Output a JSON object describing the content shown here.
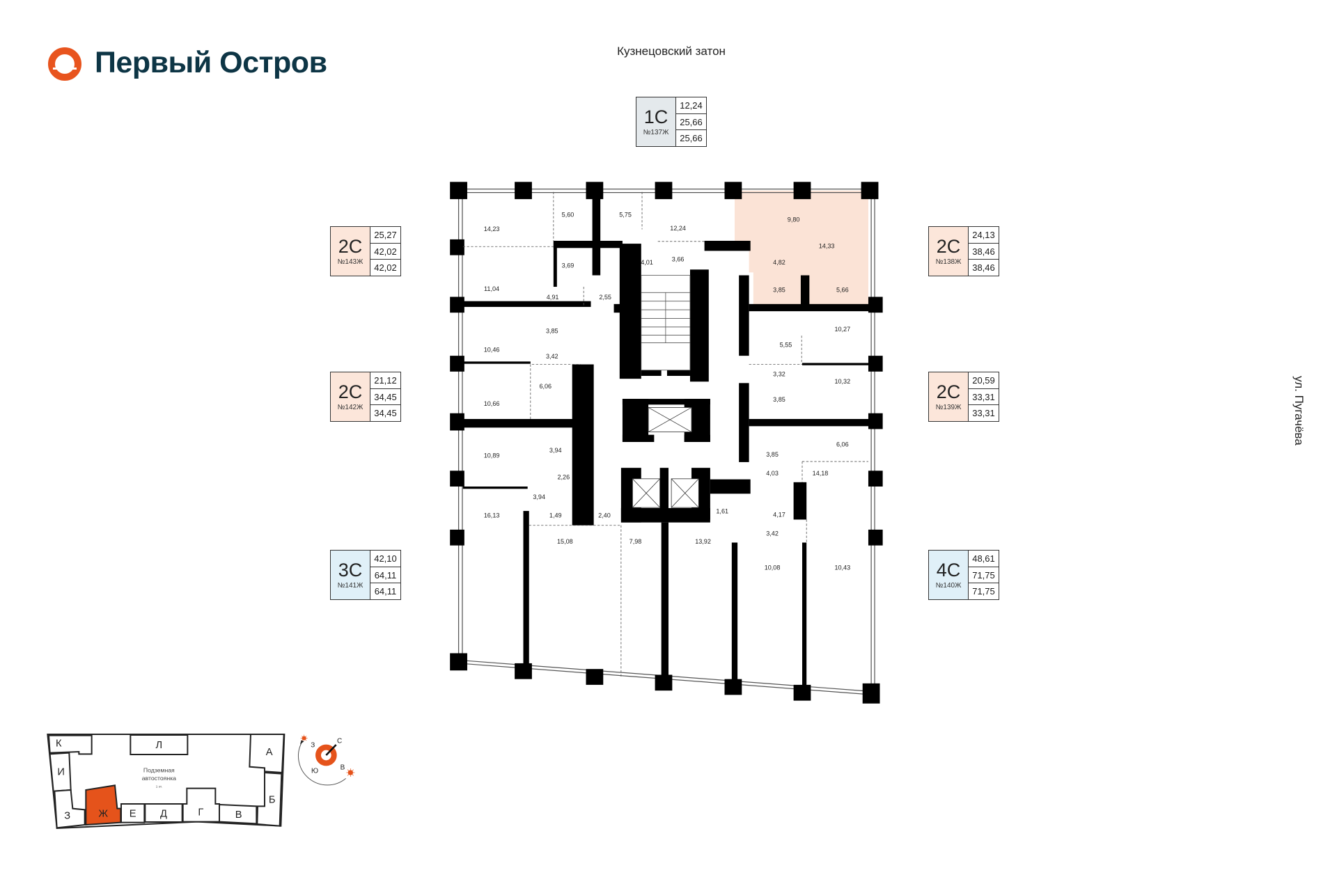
{
  "brand": {
    "name": "Первый Остров",
    "color": "#e8541e",
    "text_color": "#0d3545"
  },
  "streets": {
    "top": "Кузнецовский затон",
    "right": "ул. Пугачёва"
  },
  "apartments": [
    {
      "type": "1С",
      "number": "№137Ж",
      "values": [
        "12,24",
        "25,66",
        "25,66"
      ],
      "color": "#e4e9ec"
    },
    {
      "type": "2С",
      "number": "№143Ж",
      "values": [
        "25,27",
        "42,02",
        "42,02"
      ],
      "color": "#fce6da"
    },
    {
      "type": "2С",
      "number": "№142Ж",
      "values": [
        "21,12",
        "34,45",
        "34,45"
      ],
      "color": "#fce6da"
    },
    {
      "type": "3С",
      "number": "№141Ж",
      "values": [
        "42,10",
        "64,11",
        "64,11"
      ],
      "color": "#e0f0f8"
    },
    {
      "type": "2С",
      "number": "№138Ж",
      "values": [
        "24,13",
        "38,46",
        "38,46"
      ],
      "color": "#fce6da"
    },
    {
      "type": "2С",
      "number": "№139Ж",
      "values": [
        "20,59",
        "33,31",
        "33,31"
      ],
      "color": "#fce6da"
    },
    {
      "type": "4С",
      "number": "№140Ж",
      "values": [
        "48,61",
        "71,75",
        "71,75"
      ],
      "color": "#e0f0f8"
    }
  ],
  "plan": {
    "highlight_color": "#fbe3d6",
    "rooms": [
      "14,23",
      "5,60",
      "5,75",
      "12,24",
      "9,80",
      "14,33",
      "3,69",
      "4,01",
      "3,66",
      "4,82",
      "11,04",
      "4,91",
      "2,55",
      "3,85",
      "5,66",
      "3,85",
      "10,27",
      "10,46",
      "3,42",
      "5,55",
      "3,32",
      "10,32",
      "6,06",
      "10,66",
      "3,85",
      "6,06",
      "10,89",
      "3,94",
      "3,85",
      "4,03",
      "14,18",
      "2,26",
      "3,94",
      "1,61",
      "4,17",
      "16,13",
      "1,49",
      "2,40",
      "3,42",
      "15,08",
      "7,98",
      "13,92",
      "10,08",
      "10,43"
    ]
  },
  "site_plan": {
    "sections": [
      "К",
      "Л",
      "И",
      "З",
      "Ж",
      "Е",
      "Д",
      "Г",
      "В",
      "Б",
      "А"
    ],
    "selected": "Ж",
    "parking_line1": "Подземная",
    "parking_line2": "автостоянка",
    "parking_level": "1 эт."
  },
  "compass": {
    "north": "С",
    "south": "Ю",
    "east": "В",
    "west": "З"
  }
}
